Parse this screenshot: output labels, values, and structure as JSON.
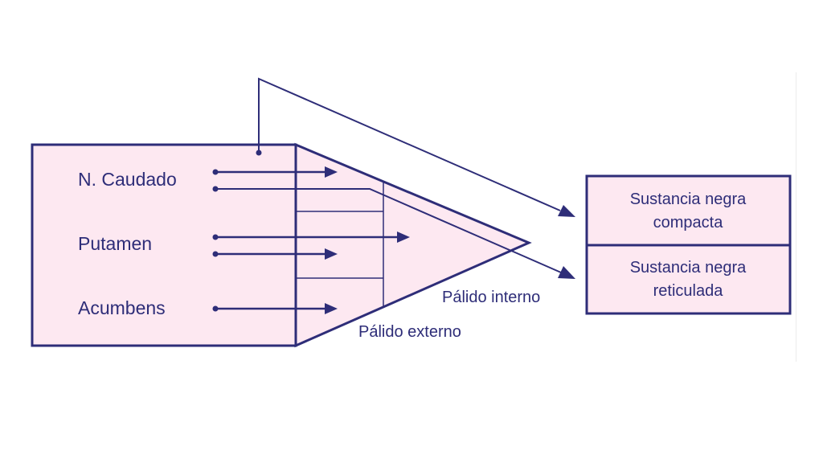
{
  "diagram": {
    "striatum": {
      "caudado": "N. Caudado",
      "putamen": "Putamen",
      "acumbens": "Acumbens"
    },
    "palido": {
      "interno": "Pálido interno",
      "externo": "Pálido externo"
    },
    "sustancia_negra": {
      "compacta_line1": "Sustancia negra",
      "compacta_line2": "compacta",
      "reticulada_line1": "Sustancia negra",
      "reticulada_line2": "reticulada"
    },
    "colors": {
      "stroke": "#2e2d78",
      "fill": "#fde8f1"
    }
  }
}
